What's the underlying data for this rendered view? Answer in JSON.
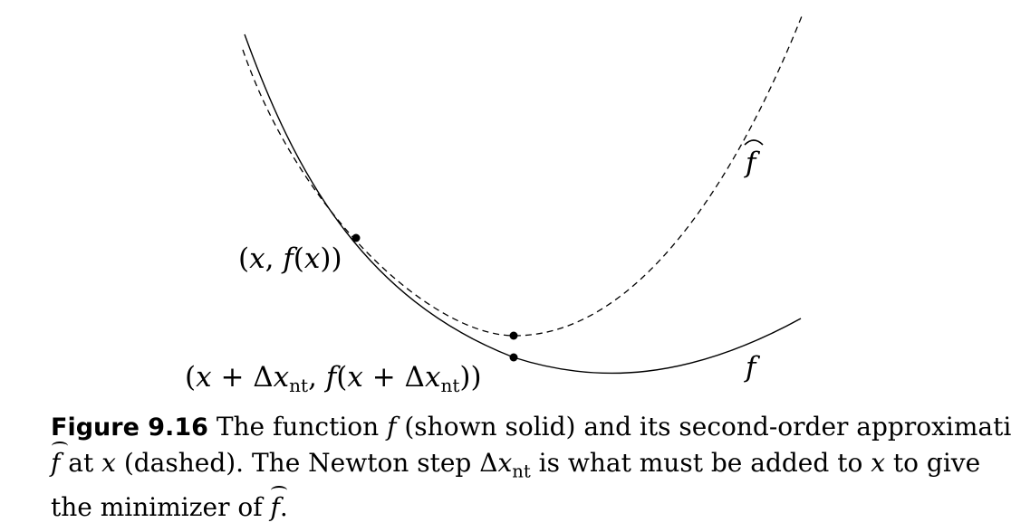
{
  "figure": {
    "curves": [
      {
        "name": "f",
        "style": "solid",
        "label": "f"
      },
      {
        "name": "f-hat",
        "style": "dashed",
        "label": "f̂"
      }
    ],
    "points": [
      {
        "name": "current-point",
        "label": "(x, f(x))"
      },
      {
        "name": "newton-step-point",
        "label": "(x + Δx_nt, f(x + Δx_nt))"
      }
    ]
  },
  "caption": {
    "figure_number": "Figure 9.16",
    "line1_a": "The function ",
    "line1_f": "f",
    "line1_b": " (shown solid) and its second-order approximation",
    "line2_fhat": "f",
    "line2_a": " at ",
    "line2_x1": "x",
    "line2_b": " (dashed). The Newton step Δ",
    "line2_x2": "x",
    "line2_sub": "nt",
    "line2_c": " is what must be added to ",
    "line2_x3": "x",
    "line2_d": " to give",
    "line3_a": "the minimizer of ",
    "line3_fhat": "f",
    "line3_b": "."
  }
}
